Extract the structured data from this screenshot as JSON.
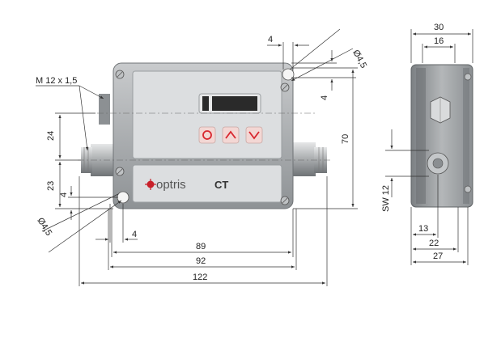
{
  "front_view": {
    "thread_label": "M 12 x 1,5",
    "hole_dia_top": "Ø4,5",
    "hole_dia_bottom": "Ø4,5",
    "dim_hole_offset_top_h": "4",
    "dim_hole_offset_top_v": "4",
    "dim_hole_offset_bottom_h": "4",
    "dim_hole_offset_bottom_v": "4",
    "dim_left_upper": "24",
    "dim_left_lower": "23",
    "dim_height": "70",
    "dim_89": "89",
    "dim_92": "92",
    "dim_122": "122",
    "brand": "optris",
    "model": "CT"
  },
  "side_view": {
    "dim_30": "30",
    "dim_16": "16",
    "dim_13": "13",
    "dim_22": "22",
    "dim_27": "27",
    "dim_sw": "SW 12"
  },
  "colors": {
    "housing": "#a9acae",
    "panel": "#dcdee0",
    "display": "#2a2a2a",
    "button": "#f3d7d4",
    "button_symbol": "#d8262e",
    "logo_red": "#c8202a"
  }
}
